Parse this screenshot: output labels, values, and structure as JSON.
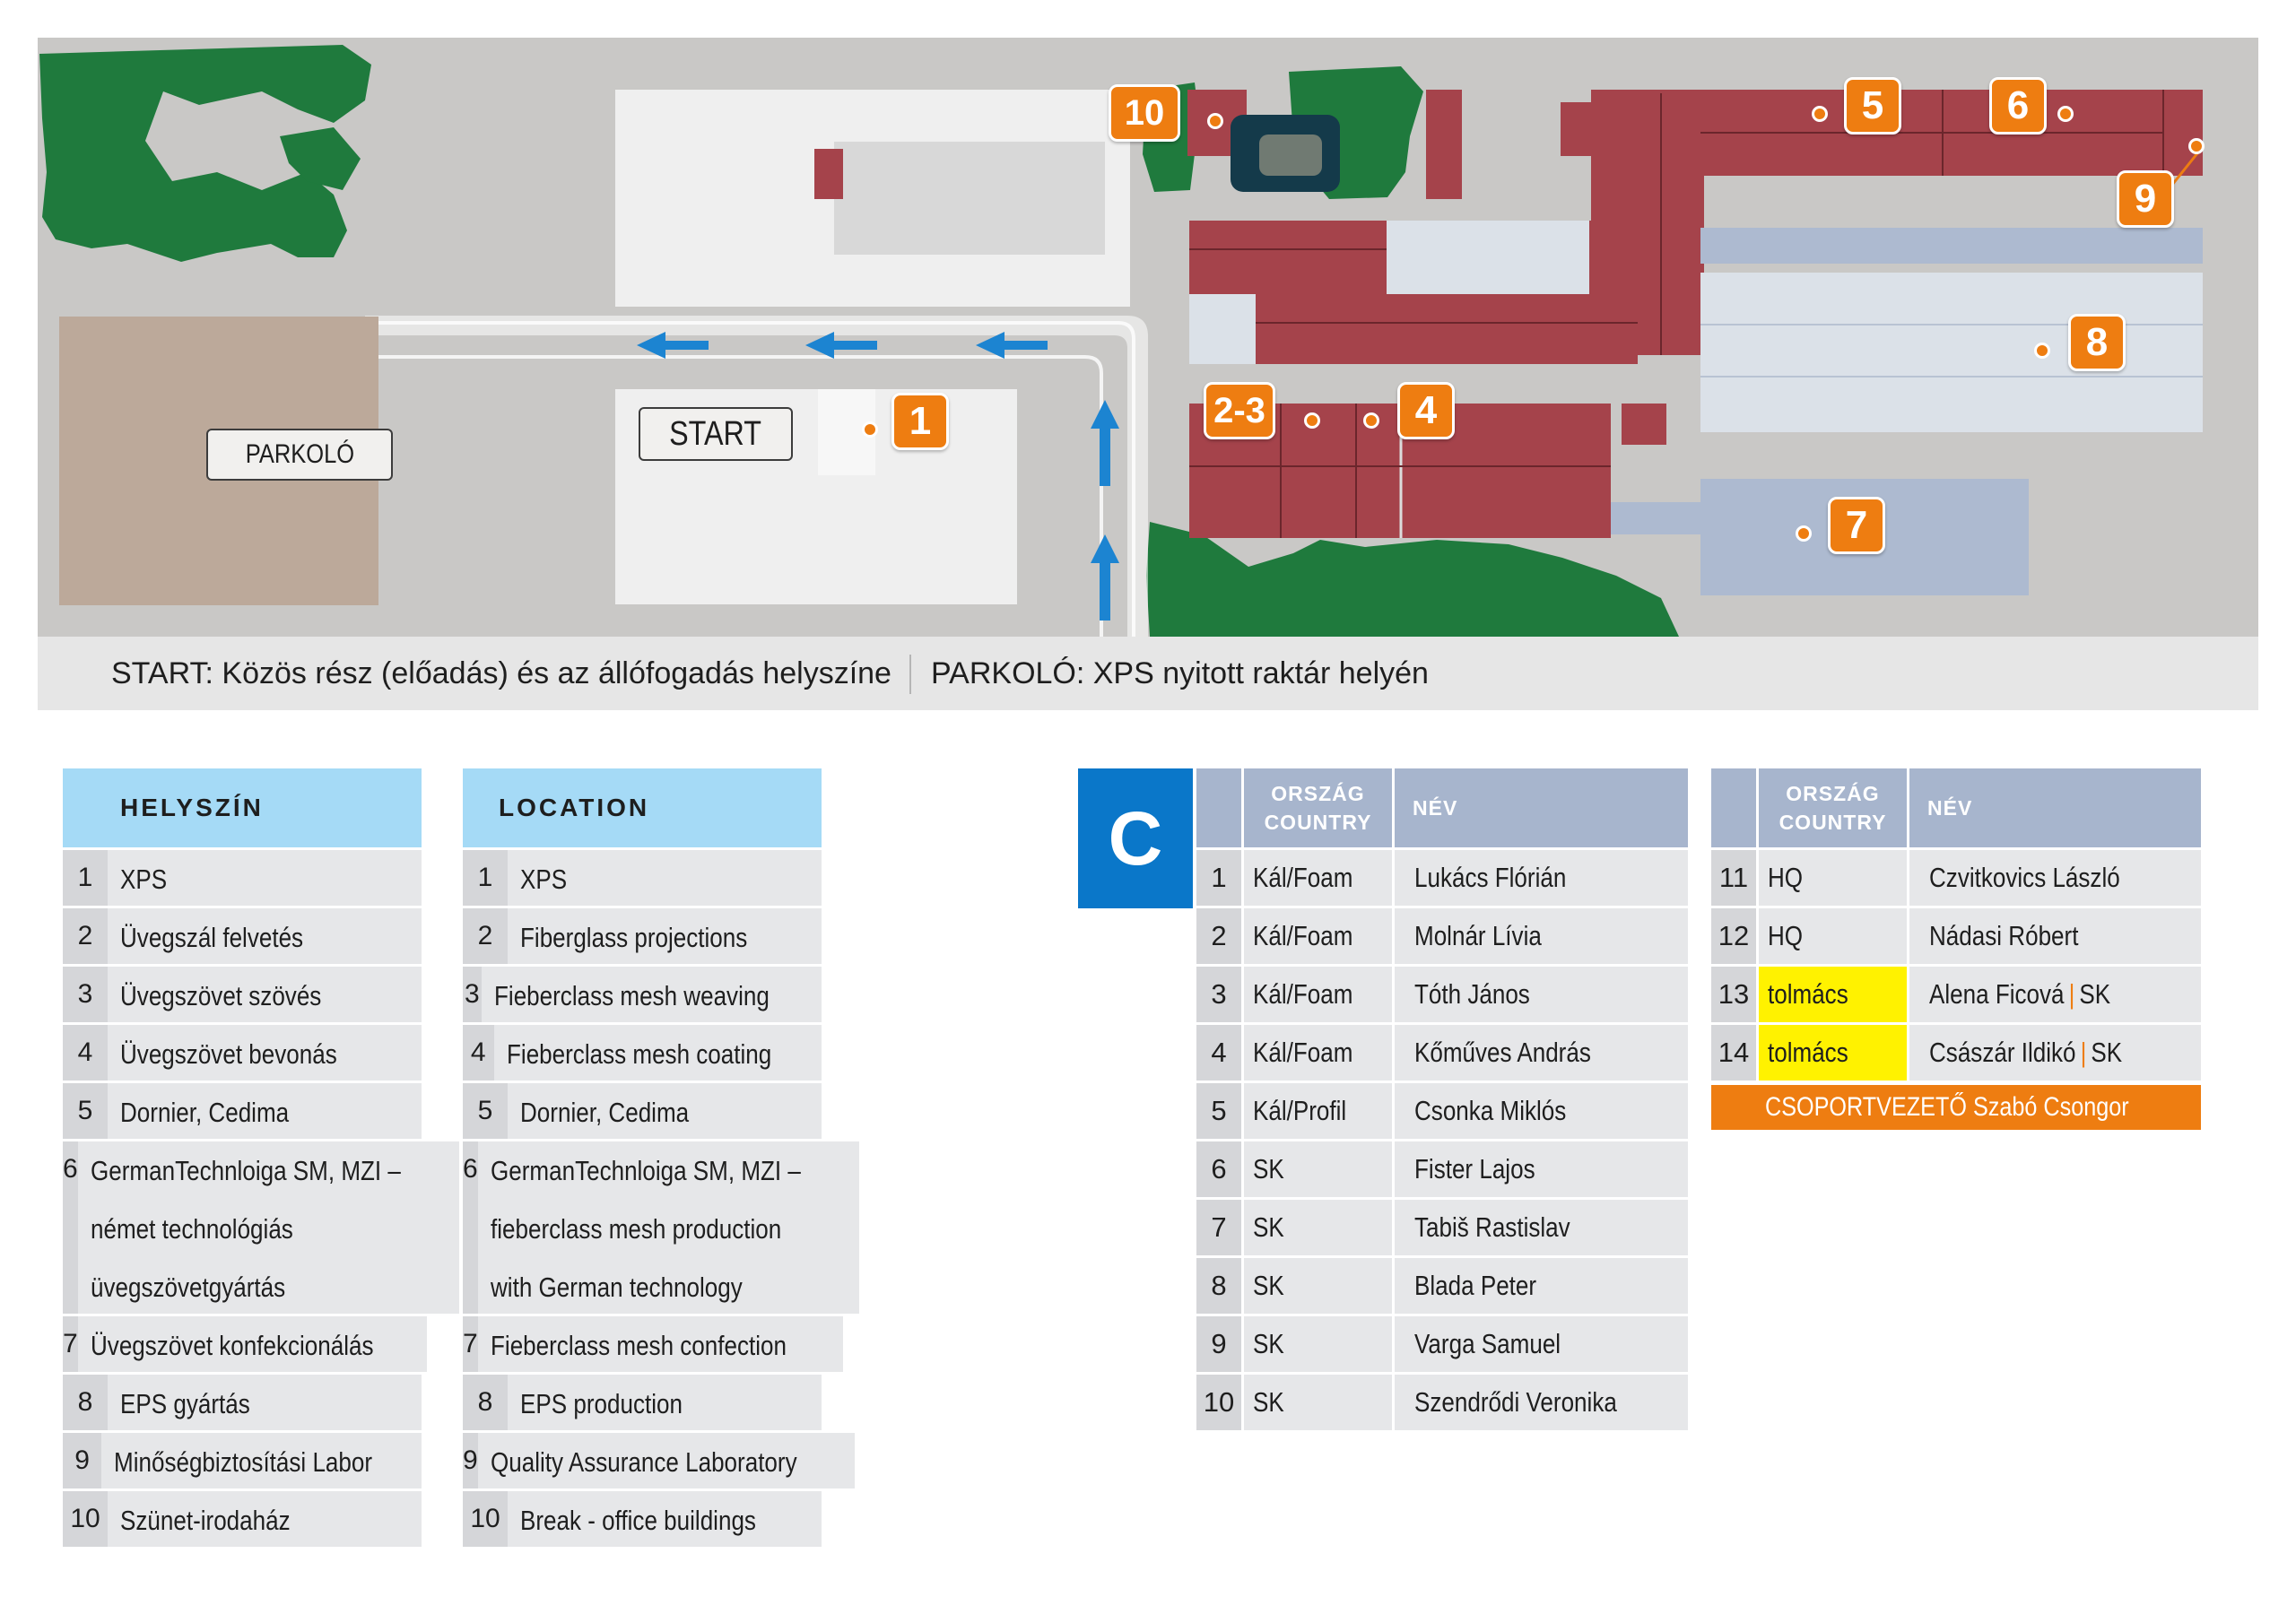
{
  "map": {
    "start_label": "START",
    "parking_label": "PARKOLÓ",
    "markers": {
      "m1": "1",
      "m23": "2-3",
      "m4": "4",
      "m5": "5",
      "m6": "6",
      "m7": "7",
      "m8": "8",
      "m9": "9",
      "m10": "10"
    },
    "colors": {
      "building": "#a5434b",
      "green": "#1f7a3d",
      "parking": "#bca99a",
      "road": "#c9c8c6",
      "marker": "#ee7d11",
      "arrow": "#1c84d1"
    }
  },
  "caption": {
    "start": "START: Közös rész (előadás) és az állófogadás helyszíne",
    "parking": "PARKOLÓ: XPS nyitott raktár helyén"
  },
  "helyszin": {
    "title": "HELYSZÍN",
    "rows": [
      {
        "n": "1",
        "t": "XPS"
      },
      {
        "n": "2",
        "t": "Üvegszál felvetés"
      },
      {
        "n": "3",
        "t": "Üvegszövet szövés"
      },
      {
        "n": "4",
        "t": "Üvegszövet bevonás"
      },
      {
        "n": "5",
        "t": "Dornier, Cedima"
      },
      {
        "n": "6",
        "t1": "GermanTechnloiga SM, MZI –",
        "t2": "német technológiás",
        "t3": "üvegszövetgyártás"
      },
      {
        "n": "7",
        "t": "Üvegszövet konfekcionálás"
      },
      {
        "n": "8",
        "t": "EPS gyártás"
      },
      {
        "n": "9",
        "t": "Minőségbiztosítási Labor"
      },
      {
        "n": "10",
        "t": "Szünet-irodaház"
      }
    ]
  },
  "location": {
    "title": "LOCATION",
    "rows": [
      {
        "n": "1",
        "t": "XPS"
      },
      {
        "n": "2",
        "t": "Fiberglass projections"
      },
      {
        "n": "3",
        "t": "Fieberclass mesh weaving"
      },
      {
        "n": "4",
        "t": "Fieberclass mesh coating"
      },
      {
        "n": "5",
        "t": "Dornier, Cedima"
      },
      {
        "n": "6",
        "t1": "GermanTechnloiga SM, MZI –",
        "t2": "fieberclass mesh production",
        "t3": "with  German technology"
      },
      {
        "n": "7",
        "t": "Fieberclass mesh confection"
      },
      {
        "n": "8",
        "t": "EPS production"
      },
      {
        "n": "9",
        "t": "Quality Assurance Laboratory"
      },
      {
        "n": "10",
        "t": "Break - office buildings"
      }
    ]
  },
  "group": {
    "letter": "C",
    "header": {
      "country1": "ORSZÁG",
      "country2": "COUNTRY",
      "name": "NÉV"
    },
    "rows": [
      {
        "n": "1",
        "c": "Kál/Foam",
        "name": "Lukács Flórián"
      },
      {
        "n": "2",
        "c": "Kál/Foam",
        "name": "Molnár Lívia"
      },
      {
        "n": "3",
        "c": "Kál/Foam",
        "name": "Tóth János"
      },
      {
        "n": "4",
        "c": "Kál/Foam",
        "name": "Kőműves András"
      },
      {
        "n": "5",
        "c": "Kál/Profil",
        "name": "Csonka Miklós"
      },
      {
        "n": "6",
        "c": "SK",
        "name": "Fister Lajos"
      },
      {
        "n": "7",
        "c": "SK",
        "name": "Tabiš Rastislav"
      },
      {
        "n": "8",
        "c": "SK",
        "name": "Blada Peter"
      },
      {
        "n": "9",
        "c": "SK",
        "name": "Varga Samuel"
      },
      {
        "n": "10",
        "c": "SK",
        "name": "Szendrődi Veronika"
      }
    ],
    "rows2": [
      {
        "n": "11",
        "c": "HQ",
        "name": "Czvitkovics László"
      },
      {
        "n": "12",
        "c": "HQ",
        "name": "Nádasi Róbert"
      },
      {
        "n": "13",
        "c": "tolmács",
        "name": "Alena Ficová",
        "lang": "SK"
      },
      {
        "n": "14",
        "c": "tolmács",
        "name": "Császár Ildikó",
        "lang": "SK"
      }
    ],
    "leader": "CSOPORTVEZETŐ  Szabó Csongor",
    "bar": "|"
  }
}
